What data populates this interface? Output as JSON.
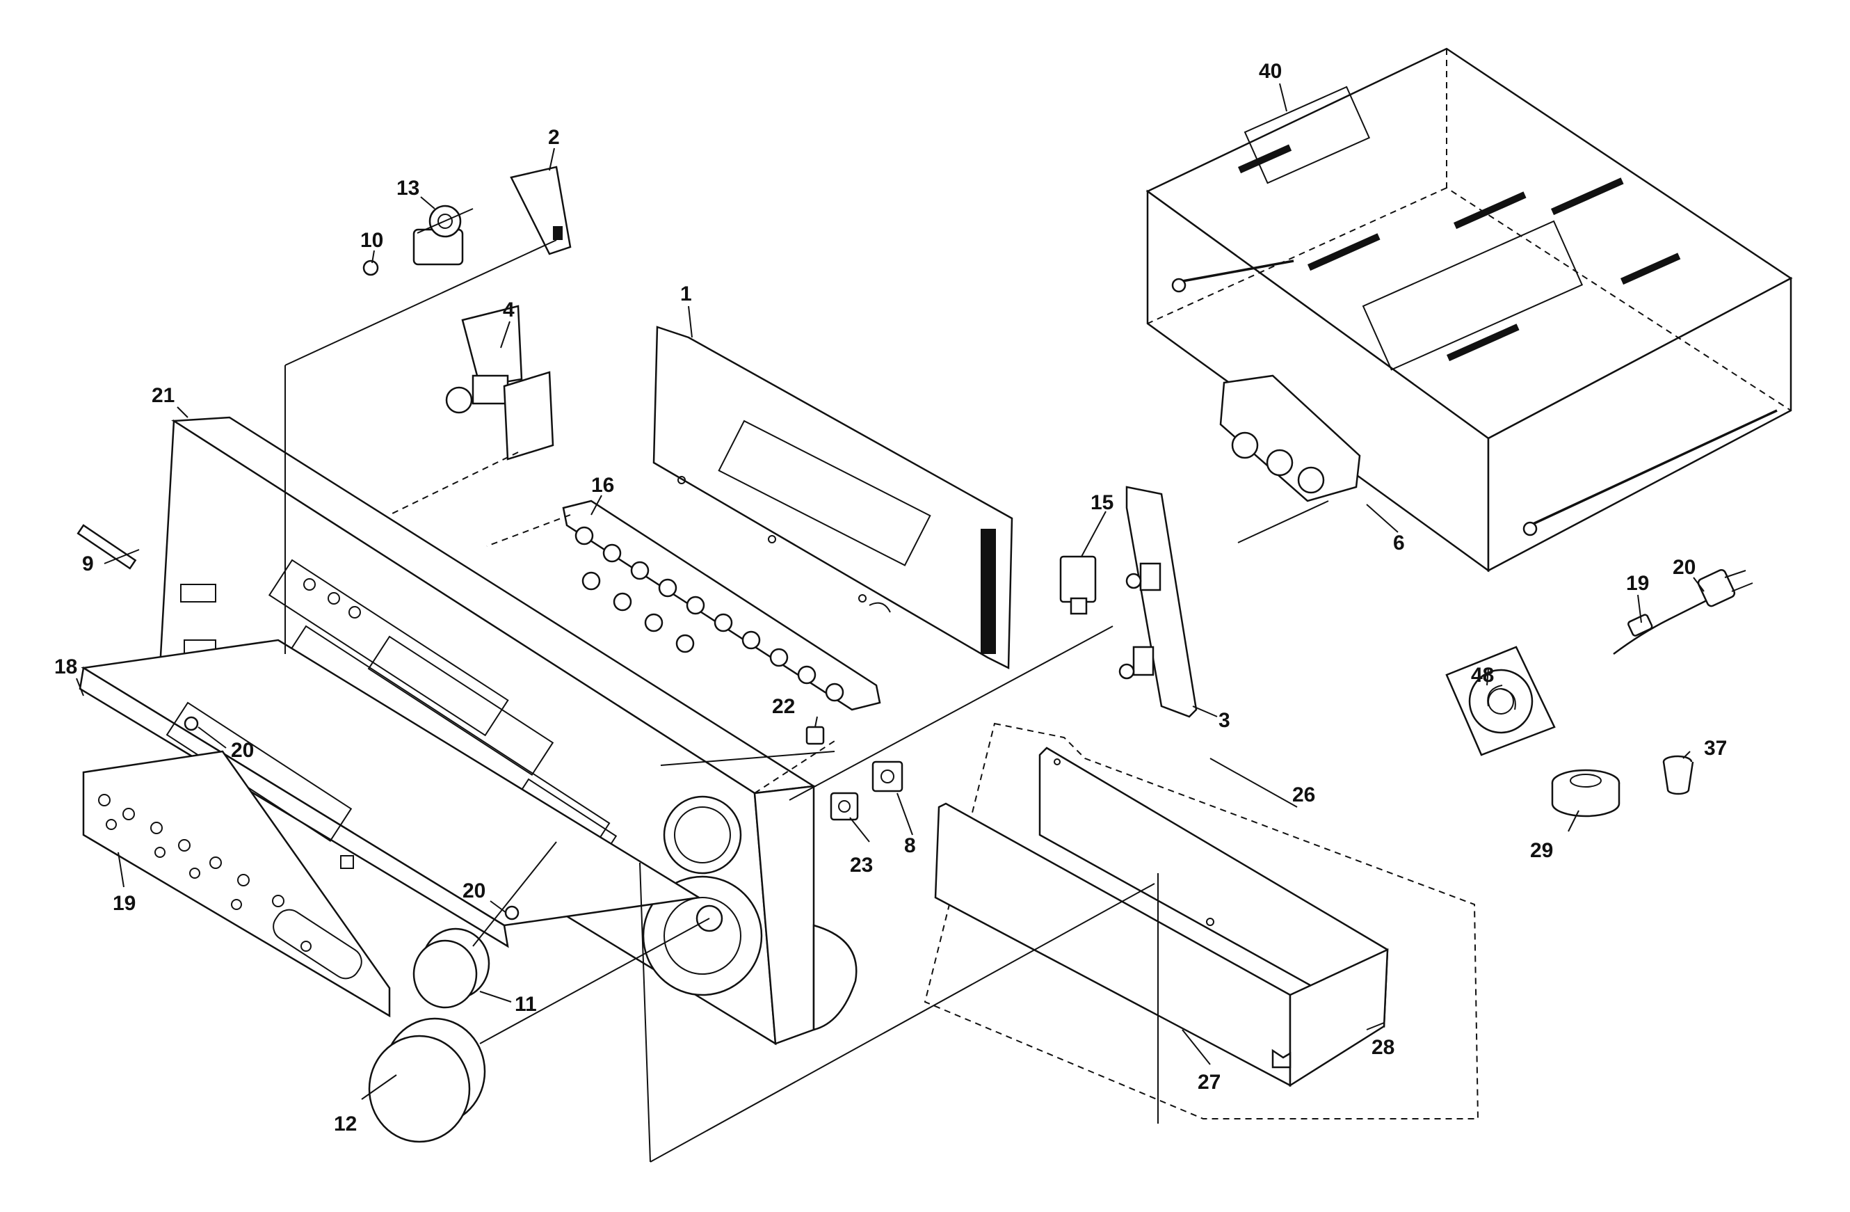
{
  "parts": [
    {
      "key": "p1",
      "label": "1"
    },
    {
      "key": "p2",
      "label": "2"
    },
    {
      "key": "p3",
      "label": "3"
    },
    {
      "key": "p4",
      "label": "4"
    },
    {
      "key": "p6",
      "label": "6"
    },
    {
      "key": "p8",
      "label": "8"
    },
    {
      "key": "p9",
      "label": "9"
    },
    {
      "key": "p10",
      "label": "10"
    },
    {
      "key": "p11",
      "label": "11"
    },
    {
      "key": "p12",
      "label": "12"
    },
    {
      "key": "p13",
      "label": "13"
    },
    {
      "key": "p15",
      "label": "15"
    },
    {
      "key": "p16",
      "label": "16"
    },
    {
      "key": "p18",
      "label": "18"
    },
    {
      "key": "p19a",
      "label": "19"
    },
    {
      "key": "p19b",
      "label": "19"
    },
    {
      "key": "p20a",
      "label": "20"
    },
    {
      "key": "p20b",
      "label": "20"
    },
    {
      "key": "p20c",
      "label": "20"
    },
    {
      "key": "p21",
      "label": "21"
    },
    {
      "key": "p22",
      "label": "22"
    },
    {
      "key": "p23",
      "label": "23"
    },
    {
      "key": "p26",
      "label": "26"
    },
    {
      "key": "p27",
      "label": "27"
    },
    {
      "key": "p28",
      "label": "28"
    },
    {
      "key": "p29",
      "label": "29"
    },
    {
      "key": "p37",
      "label": "37"
    },
    {
      "key": "p40",
      "label": "40"
    },
    {
      "key": "p48",
      "label": "48"
    }
  ]
}
